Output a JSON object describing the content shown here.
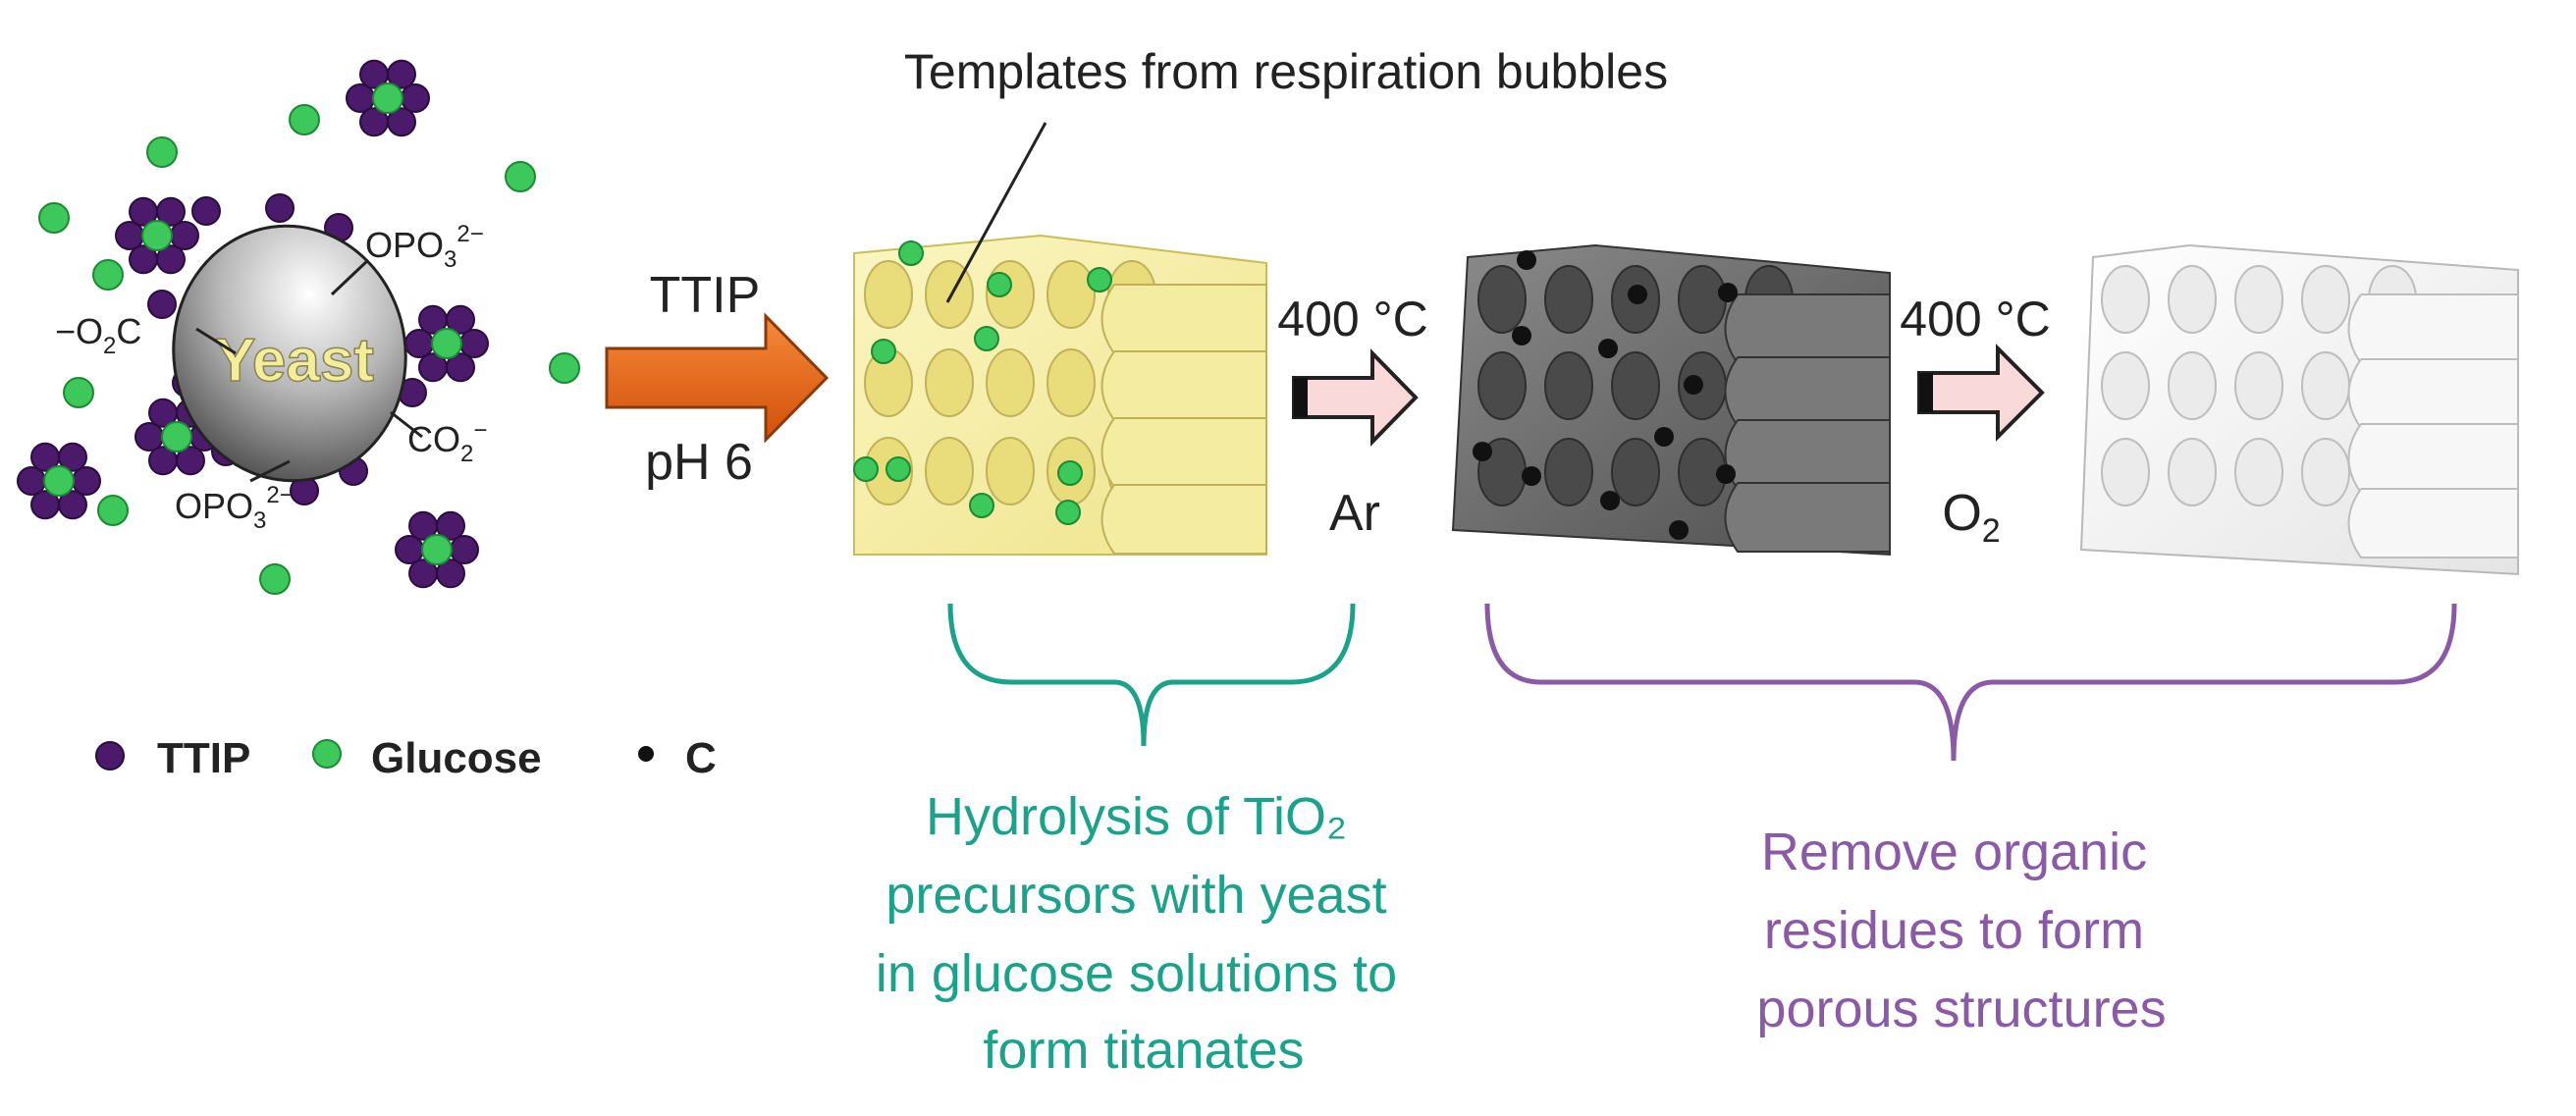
{
  "labels": {
    "templates_callout": "Templates from respiration bubbles",
    "step1_reagent": "TTIP",
    "step1_condition": "pH 6",
    "step2_temperature": "400 °C",
    "step2_atmosphere": "Ar",
    "step3_temperature": "400 °C",
    "step3_atmosphere_base": "O",
    "step3_atmosphere_sub": "2"
  },
  "yeast": {
    "label": "Yeast",
    "group_opo3_top": "OPO",
    "group_opo3_top_sub": "3",
    "group_opo3_top_sup": "2−",
    "group_o2c_left_pre": "−O",
    "group_o2c_left_sub": "2",
    "group_o2c_left_post": "C",
    "group_co2_right": "CO",
    "group_co2_right_sub": "2",
    "group_co2_right_sup": "−",
    "group_opo3_bottom": "OPO",
    "group_opo3_bottom_sub": "3",
    "group_opo3_bottom_sup": "2−"
  },
  "legend": {
    "items": [
      {
        "label": "TTIP",
        "color": "#4b1a6b"
      },
      {
        "label": "Glucose",
        "color": "#3cc85a"
      },
      {
        "label": "C",
        "color": "#111111"
      }
    ]
  },
  "stages": {
    "hydrolysis": {
      "color": "#1aa38a",
      "lines": [
        "Hydrolysis of TiO₂",
        "precursors with yeast",
        "in glucose solutions to",
        "form titanates"
      ]
    },
    "removal": {
      "color": "#8a5aa6",
      "lines": [
        "Remove organic",
        "residues to form",
        "porous structures"
      ]
    }
  },
  "colors": {
    "ttip": "#4b1a6b",
    "glucose": "#3cc85a",
    "carbon": "#111111",
    "arrow_orange": "#e8620f",
    "arrow_pink": "#f9d9d9",
    "block_yellow": "#f7f0a6",
    "block_grey": "#6a6a6a",
    "block_white": "#f6f6f6"
  }
}
